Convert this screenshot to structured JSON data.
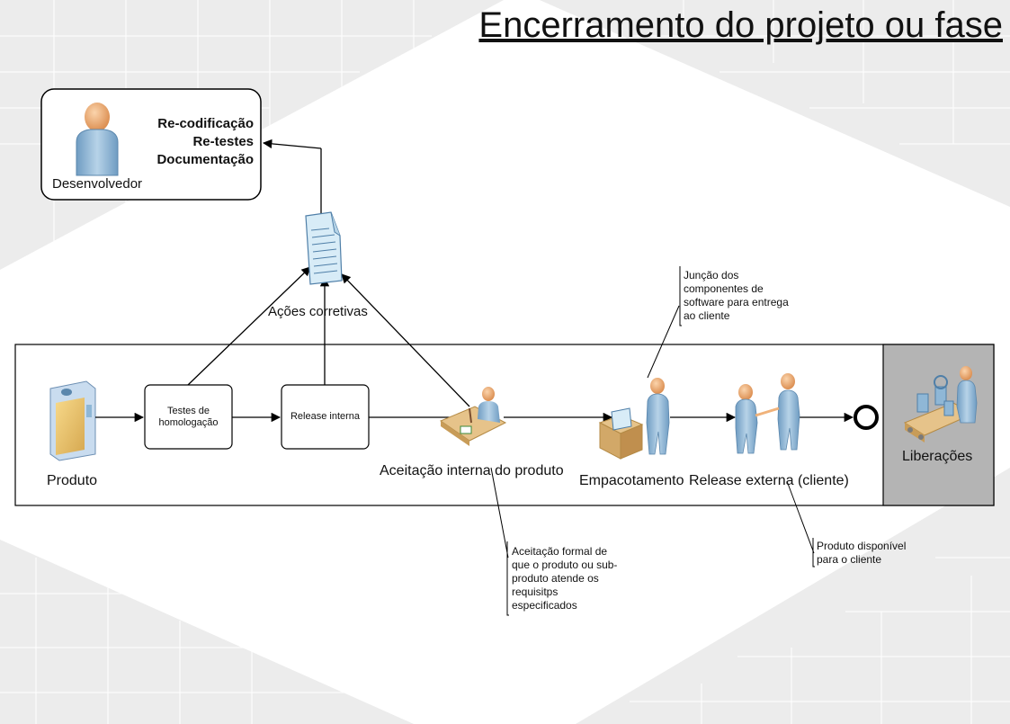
{
  "title": "Encerramento do projeto ou fase",
  "developer": {
    "label": "Desenvolvedor",
    "tasks": [
      "Re-codificação",
      "Re-testes",
      "Documentação"
    ]
  },
  "corrective_actions": "Ações corretivas",
  "steps": {
    "produto": "Produto",
    "testes": "Testes de homologação",
    "release_interna": "Release interna",
    "aceitacao": "Aceitação interna do produto",
    "empacotamento": "Empacotamento",
    "release_externa": "Release externa (cliente)",
    "liberacoes": "Liberações"
  },
  "callouts": {
    "juncao": [
      "Junção dos",
      "componentes de",
      "software para entrega",
      "ao cliente"
    ],
    "aceitacao_formal": [
      "Aceitação formal de",
      "que o produto ou sub-",
      "produto atende os",
      "requisitps",
      "especificados"
    ],
    "produto_disponivel": [
      "Produto disponível",
      "para o cliente"
    ]
  },
  "colors": {
    "background_pattern": "#ececec",
    "panel": "#ffffff",
    "liberacoes_fill": "#b4b4b4",
    "figure_body": "#8fb7d6",
    "figure_head": "#f0b27a",
    "document": "#d8ecf7",
    "box_tan": "#e6c38a"
  }
}
